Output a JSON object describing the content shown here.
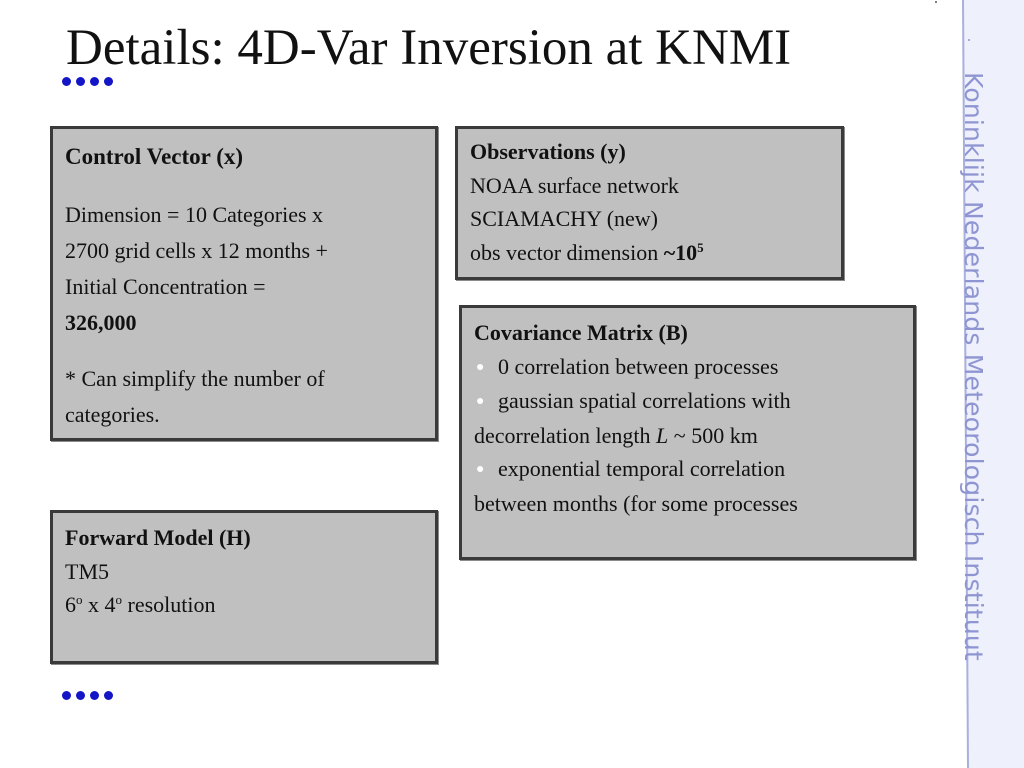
{
  "slide": {
    "title": "Details: 4D-Var Inversion at KNMI",
    "sidebar_text": "Koninklijk Nederlands Meteorologisch Instituut"
  },
  "control_vector": {
    "heading": "Control Vector (x)",
    "line1": "Dimension  = 10 Categories x",
    "line2": "2700 grid cells x 12 months +",
    "line3": "Initial Concentration =",
    "value": "326,000",
    "note_line1": "* Can simplify the number of",
    "note_line2": "categories."
  },
  "observations": {
    "heading": "Observations (y)",
    "line1": "NOAA surface network",
    "line2": "SCIAMACHY (new)",
    "line3_prefix": "obs vector dimension ",
    "line3_value": "~10",
    "line3_exp": "5"
  },
  "covariance": {
    "heading": "Covariance Matrix (B)",
    "bullet1": "0 correlation between processes",
    "bullet2": "gaussian spatial correlations with",
    "bullet2_cont_prefix": "decorrelation length ",
    "bullet2_cont_var": "L",
    "bullet2_cont_suffix": " ~ 500 km",
    "bullet3": "exponential temporal correlation",
    "bullet3_cont": "between months (for some processes"
  },
  "forward_model": {
    "heading": "Forward Model (H)",
    "line1": "TM5",
    "res_a": "6",
    "res_b": " x 4",
    "res_deg": "o",
    "res_suffix": " resolution"
  },
  "colors": {
    "accent_dots": "#1515c8",
    "sidebar": "#8e95d2",
    "box_fill": "#c0c0c0",
    "box_border": "#3a3a3a"
  }
}
